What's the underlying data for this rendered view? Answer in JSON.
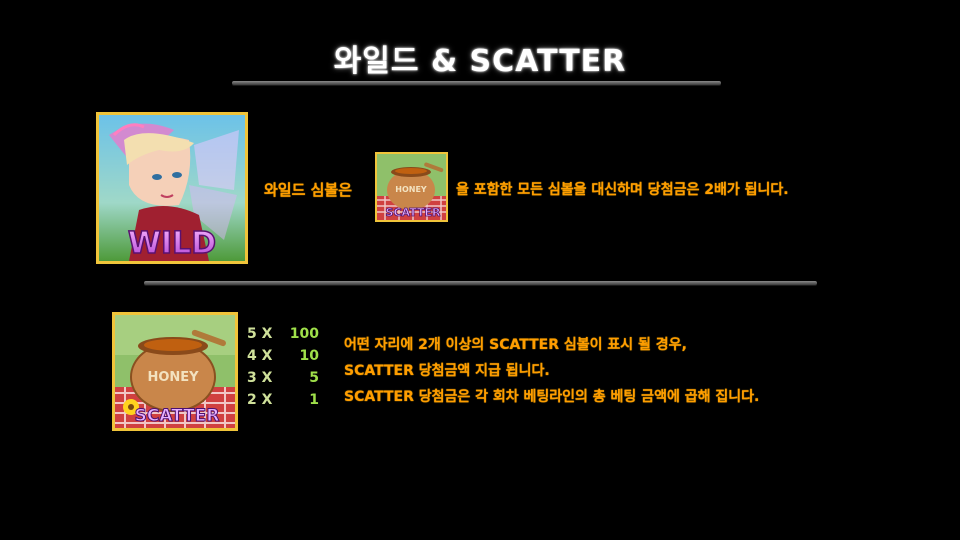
{
  "title": "와일드 & SCATTER",
  "colors": {
    "accent_text": "#ff9d00",
    "pay_value": "#9fe04a",
    "frame_gold": "#f0c43a"
  },
  "wild": {
    "symbol_label": "WILD",
    "desc_before": "와일드 심볼은",
    "desc_after": "을 포함한 모든 심볼을 대신하며 당첨금은 2배가 됩니다."
  },
  "scatter": {
    "symbol_label": "SCATTER",
    "pot_label": "HONEY",
    "paytable": [
      {
        "count": "5 X",
        "value": "100"
      },
      {
        "count": "4 X",
        "value": "10"
      },
      {
        "count": "3 X",
        "value": "5"
      },
      {
        "count": "2 X",
        "value": "1"
      }
    ],
    "rules": [
      "어떤 자리에 2개 이상의 SCATTER 심볼이 표시 될 경우,",
      "SCATTER 당첨금액 지급 됩니다.",
      "SCATTER 당첨금은 각 회차 베팅라인의 총 베팅 금액에 곱해 집니다."
    ]
  }
}
